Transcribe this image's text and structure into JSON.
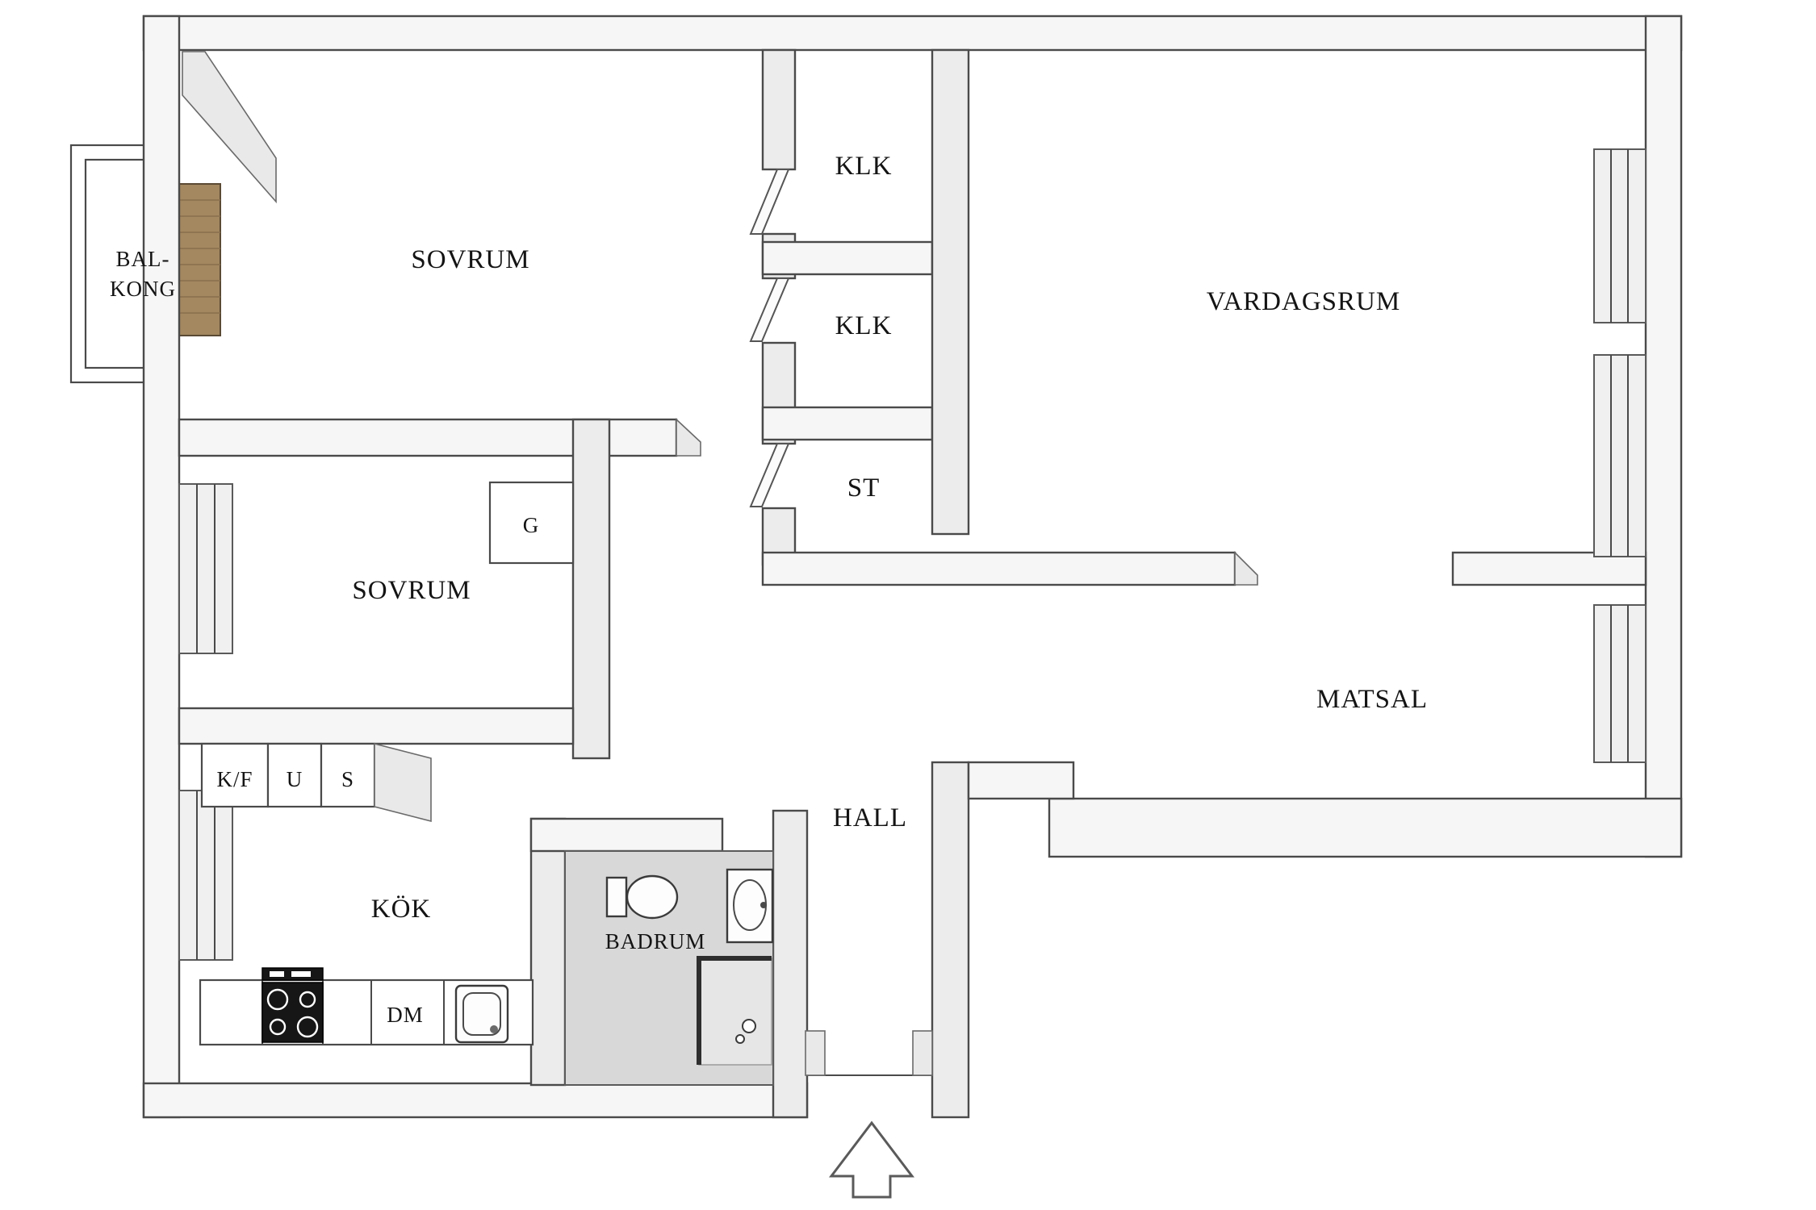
{
  "plan": {
    "type": "apartment-floor-plan",
    "rooms": {
      "balkong": {
        "line1": "BAL-",
        "line2": "KONG"
      },
      "sovrum1": {
        "label": "SOVRUM"
      },
      "sovrum2": {
        "label": "SOVRUM"
      },
      "klk1": {
        "label": "KLK"
      },
      "klk2": {
        "label": "KLK"
      },
      "st": {
        "label": "ST"
      },
      "vardagsrum": {
        "label": "VARDAGSRUM"
      },
      "matsal": {
        "label": "MATSAL"
      },
      "hall": {
        "label": "HALL"
      },
      "kok": {
        "label": "KÖK"
      },
      "badrum": {
        "label": "BADRUM"
      },
      "garderob": {
        "label": "G"
      }
    },
    "kitchen_units": {
      "kf": "K/F",
      "u": "U",
      "s": "S",
      "dm": "DM"
    },
    "colors": {
      "wall_fill": "#f6f6f6",
      "wall_stroke": "#4a4a4a",
      "wood_floor": "#a38860",
      "wood_plank": "#8a6f4d",
      "badrum_floor": "#d8d8d8",
      "stove": "#161616",
      "background": "#ffffff"
    }
  }
}
